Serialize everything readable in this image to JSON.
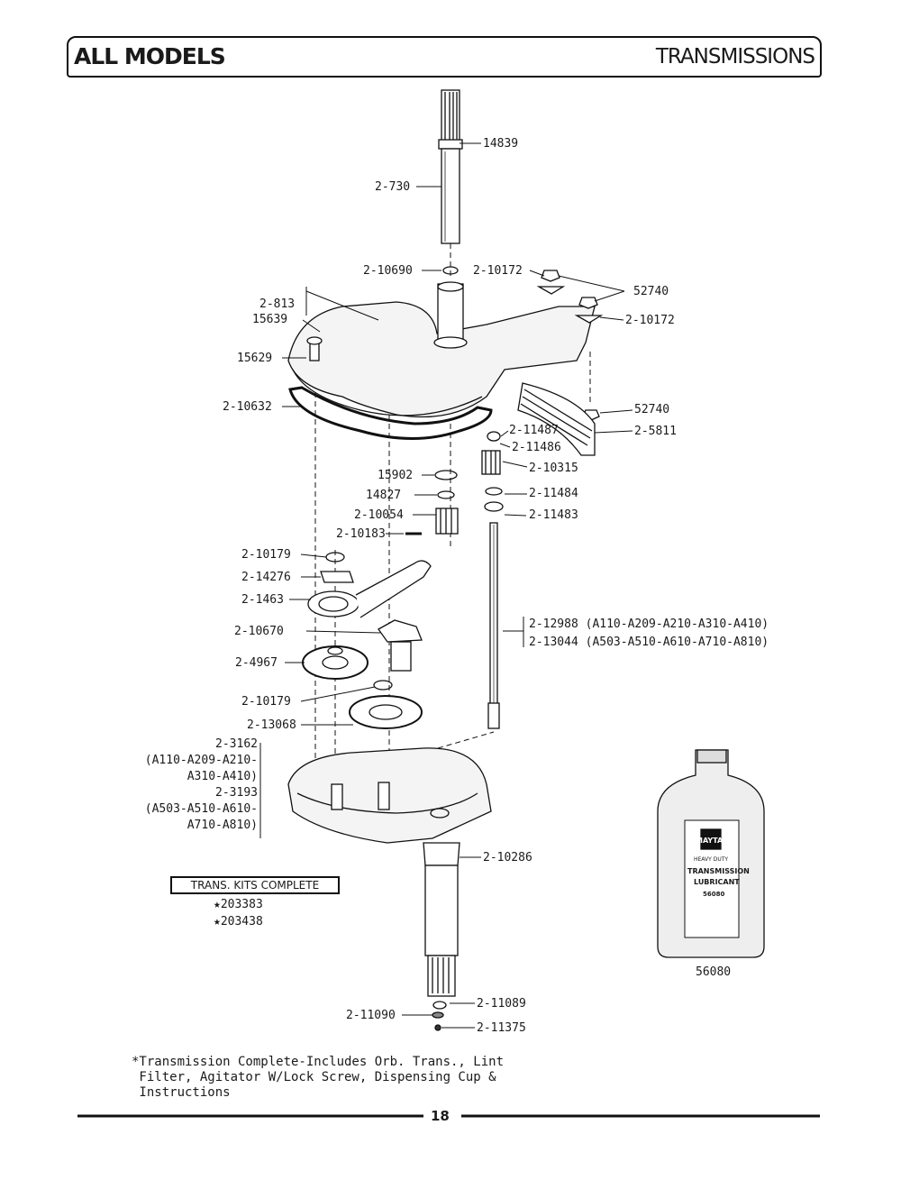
{
  "header": {
    "left_title": "ALL MODELS",
    "right_title": "TRANSMISSIONS"
  },
  "parts": {
    "p14839": "14839",
    "p2_730": "2-730",
    "p2_10690": "2-10690",
    "p2_10172a": "2-10172",
    "p52740a": "52740",
    "p2_10172b": "2-10172",
    "p2_813": "2-813",
    "p15639": "15639",
    "p15629": "15629",
    "p2_10632": "2-10632",
    "p52740b": "52740",
    "p2_5811": "2-5811",
    "p2_11487": "2-11487",
    "p2_11486": "2-11486",
    "p2_10315": "2-10315",
    "p15902": "15902",
    "p14827": "14827",
    "p2_11484": "2-11484",
    "p2_10054": "2-10054",
    "p2_11483": "2-11483",
    "p2_10183": "2-10183",
    "p2_10179a": "2-10179",
    "p2_14276": "2-14276",
    "p2_1463": "2-1463",
    "p2_12988": "2-12988 (A110-A209-A210-A310-A410)",
    "p2_13044": "2-13044 (A503-A510-A610-A710-A810)",
    "p2_10670": "2-10670",
    "p2_4967": "2-4967",
    "p2_10179b": "2-10179",
    "p2_13068": "2-13068",
    "p2_3162": "2-3162",
    "p2_3162_models_a": "(A110-A209-A210-",
    "p2_3162_models_b": "A310-A410)",
    "p2_3193": "2-3193",
    "p2_3193_models_a": "(A503-A510-A610-",
    "p2_3193_models_b": "A710-A810)",
    "p2_10286": "2-10286",
    "p2_11089": "2-11089",
    "p2_11090": "2-11090",
    "p2_11375": "2-11375"
  },
  "kits": {
    "title": "TRANS. KITS COMPLETE",
    "items": [
      "★203383",
      "★203438"
    ]
  },
  "bottle": {
    "part_number": "56080",
    "brand": "MAYTAG",
    "line1": "HEAVY DUTY",
    "line2": "TRANSMISSION",
    "line3": "LUBRICANT",
    "line4": "56080"
  },
  "footnote": "*Transmission Complete-Includes Orb. Trans., Lint\n Filter, Agitator W/Lock Screw, Dispensing Cup &\n Instructions",
  "page_number": "18"
}
